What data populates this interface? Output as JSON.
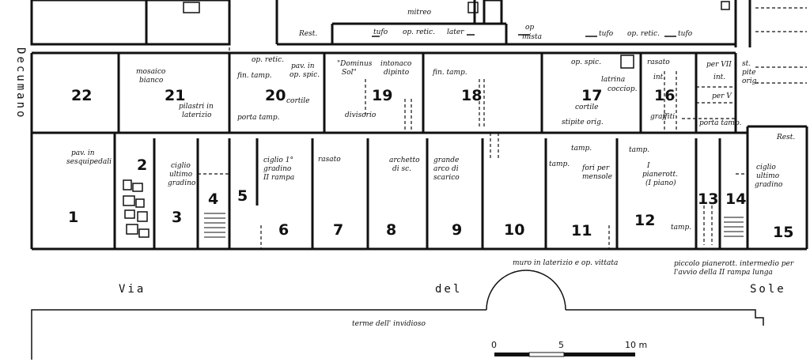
{
  "header": {
    "mitreo": "mitreo"
  },
  "walls_top": {
    "rest": "Rest.",
    "tufo1": "tufo",
    "op_retic1": "op. retic.",
    "later": "later",
    "op_mista_1": "op",
    "op_mista_2": "mista",
    "tufo2": "tufo",
    "op_retic2": "op. retic.",
    "tufo3": "tufo"
  },
  "streets": {
    "decumano": "Decumano",
    "via": "Via",
    "del": "del",
    "sole": "Sole",
    "terme": "terme dell' invidioso"
  },
  "rooms": [
    {
      "id": "22",
      "label": "22"
    },
    {
      "id": "21",
      "label": "21"
    },
    {
      "id": "20",
      "label": "20"
    },
    {
      "id": "19",
      "label": "19"
    },
    {
      "id": "18",
      "label": "18"
    },
    {
      "id": "17",
      "label": "17"
    },
    {
      "id": "16",
      "label": "16"
    },
    {
      "id": "1",
      "label": "1"
    },
    {
      "id": "2",
      "label": "2"
    },
    {
      "id": "3",
      "label": "3"
    },
    {
      "id": "4",
      "label": "4"
    },
    {
      "id": "5",
      "label": "5"
    },
    {
      "id": "6",
      "label": "6"
    },
    {
      "id": "7",
      "label": "7"
    },
    {
      "id": "8",
      "label": "8"
    },
    {
      "id": "9",
      "label": "9"
    },
    {
      "id": "10",
      "label": "10"
    },
    {
      "id": "11",
      "label": "11"
    },
    {
      "id": "12",
      "label": "12"
    },
    {
      "id": "13",
      "label": "13"
    },
    {
      "id": "14",
      "label": "14"
    },
    {
      "id": "15",
      "label": "15"
    }
  ],
  "annotations": {
    "mosaico_1": "mosaico",
    "mosaico_2": "bianco",
    "pilastri_1": "pilastri in",
    "pilastri_2": "laterizio",
    "op_retic_20": "op. retic.",
    "fin_tamp_20": "fin. tamp.",
    "pav_spic_1": "pav. in",
    "pav_spic_2": "op. spic.",
    "cortile_20": "cortile",
    "porta_tamp_20": "porta tamp.",
    "dominus_1": "\"Dominus",
    "dominus_2": "Sol\"",
    "intonaco_1": "intonaco",
    "intonaco_2": "dipinto",
    "divisorio": "divisorio",
    "fin_tamp_18": "fin. tamp.",
    "op_spic_17": "op. spic.",
    "latrina": "latrina",
    "cocciop": "cocciop.",
    "cortile_17": "cortile",
    "stipite": "stipite orig.",
    "rasato_16": "rasato",
    "int_16a": "int.",
    "per_vii": "per VII",
    "int_16b": "int.",
    "st_1": "st.",
    "st_2": "pite",
    "st_3": "orig.",
    "per_v": "per V",
    "graffiti": "graffiti",
    "porta_tamp_16": "porta tamp.",
    "pav_sesq_1": "pav. in",
    "pav_sesq_2": "sesquipedali",
    "ciglio_3a": "ciglio",
    "ciglio_3b": "ultimo",
    "ciglio_3c": "gradino",
    "ciglio_5a": "ciglio 1°",
    "ciglio_5b": "gradino",
    "ciglio_5c": "II rampa",
    "rasato_7": "rasato",
    "archetto_1": "archetto",
    "archetto_2": "di sc.",
    "grande_1": "grande",
    "grande_2": "arco di",
    "grande_3": "scarico",
    "tamp_10": "tamp.",
    "tamp_11": "tamp.",
    "fori_1": "fori per",
    "fori_2": "mensole",
    "tamp_12": "tamp.",
    "pianerott_1": "I",
    "pianerott_2": "pianerott.",
    "pianerott_3": "(I piano)",
    "tamp_13": "tamp.",
    "rest_15": "Rest.",
    "ciglio_15a": "ciglio",
    "ciglio_15b": "ultimo",
    "ciglio_15c": "gradino",
    "muro_vittata": "muro in laterizio e op. vittata",
    "piccolo_1": "piccolo pianerott. intermedio per",
    "piccolo_2": "l'avvio della II rampa lunga"
  },
  "scale": {
    "zero": "0",
    "five": "5",
    "ten": "10 m"
  }
}
